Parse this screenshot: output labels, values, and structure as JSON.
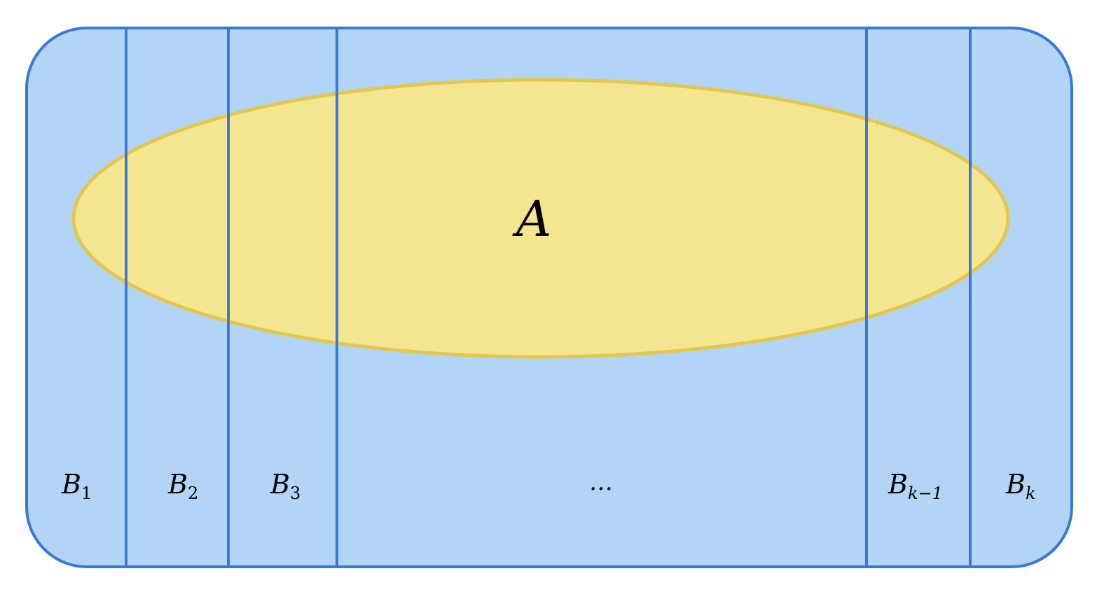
{
  "diagram": {
    "event_label": "A",
    "partitions": [
      {
        "base": "B",
        "sub": "1",
        "sub_style": "normal"
      },
      {
        "base": "B",
        "sub": "2",
        "sub_style": "normal"
      },
      {
        "base": "B",
        "sub": "3",
        "sub_style": "normal"
      },
      {
        "base": "",
        "sub": "",
        "text": "…"
      },
      {
        "base": "B",
        "sub": "k−1",
        "sub_style": "italic"
      },
      {
        "base": "B",
        "sub": "k",
        "sub_style": "italic"
      }
    ],
    "colors": {
      "space_fill": "#b2d4f7",
      "space_stroke": "#3a78d8",
      "event_fill": "#f4e691",
      "event_stroke": "#e2c84e",
      "event_text": "#1f3a5f",
      "label_text": "#000000"
    }
  }
}
